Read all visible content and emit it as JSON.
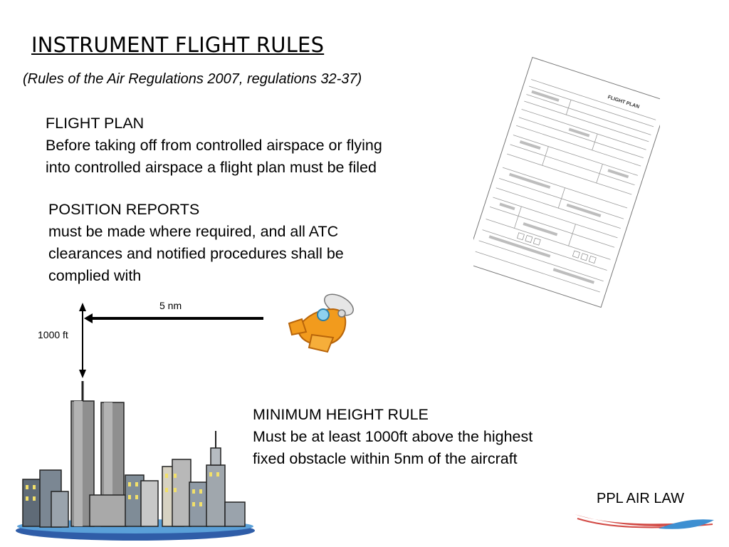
{
  "title": "INSTRUMENT FLIGHT RULES",
  "subtitle": "(Rules of the Air Regulations 2007, regulations 32-37)",
  "flight_plan": {
    "heading": "FLIGHT PLAN",
    "line1": "Before taking off from controlled airspace or flying",
    "line2": "into controlled airspace a flight plan must be filed"
  },
  "position_reports": {
    "heading": "POSITION REPORTS",
    "line1": "must be made where required, and all ATC",
    "line2": "clearances and notified procedures shall be",
    "line3": "complied with"
  },
  "minimum_height": {
    "heading": "MINIMUM HEIGHT RULE",
    "line1": "Must be at least 1000ft above the highest",
    "line2": "fixed obstacle within 5nm of the aircraft"
  },
  "diagram": {
    "distance_label": "5 nm",
    "height_label": "1000 ft"
  },
  "form": {
    "header": "FLIGHT PLAN"
  },
  "brand": "PPL AIR LAW",
  "colors": {
    "swoosh_red": "#d24a45",
    "swoosh_blue": "#3d8fd1",
    "plane_orange": "#f29b1d"
  }
}
